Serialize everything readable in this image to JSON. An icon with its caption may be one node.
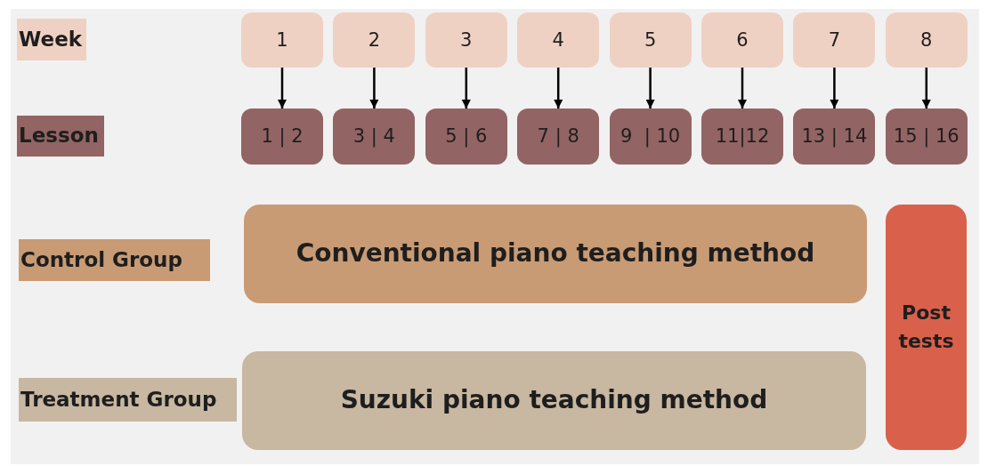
{
  "diagram": {
    "nodes": [
      {
        "text": [
          "Week"
        ]
      },
      {
        "text": [
          "1"
        ]
      },
      {
        "text": [
          "2"
        ]
      },
      {
        "text": [
          "3"
        ]
      },
      {
        "text": [
          "4"
        ]
      },
      {
        "text": [
          "5"
        ]
      },
      {
        "text": [
          "6"
        ]
      },
      {
        "text": [
          "7"
        ]
      },
      {
        "text": [
          "8"
        ]
      },
      {
        "text": [
          "Lesson"
        ]
      },
      {
        "text": [
          "1 | 2"
        ]
      },
      {
        "text": [
          "3 | 4"
        ]
      },
      {
        "text": [
          "5 | 6"
        ]
      },
      {
        "text": [
          "7 | 8"
        ]
      },
      {
        "text": [
          "9  | 10"
        ]
      },
      {
        "text": [
          "11|12"
        ]
      },
      {
        "text": [
          "13 | 14"
        ]
      },
      {
        "text": [
          "15 | 16"
        ]
      },
      {
        "text": [
          "Control Group"
        ]
      },
      {
        "text": [
          "Conventional piano teaching method"
        ]
      },
      {
        "text": [
          "Post tests"
        ]
      },
      {
        "text": [
          "Treatment Group"
        ]
      },
      {
        "text": [
          "Suzuki piano teaching method"
        ]
      }
    ],
    "edges": [
      {
        "from": 1,
        "to": 10,
        "arrow": "to"
      },
      {
        "from": 2,
        "to": 11,
        "arrow": "to"
      },
      {
        "from": 3,
        "to": 12,
        "arrow": "to"
      },
      {
        "from": 4,
        "to": 13,
        "arrow": "to"
      },
      {
        "from": 5,
        "to": 14,
        "arrow": "to"
      },
      {
        "from": 6,
        "to": 15,
        "arrow": "to"
      },
      {
        "from": 7,
        "to": 16,
        "arrow": "to"
      },
      {
        "from": 8,
        "to": 17,
        "arrow": "to"
      }
    ]
  }
}
